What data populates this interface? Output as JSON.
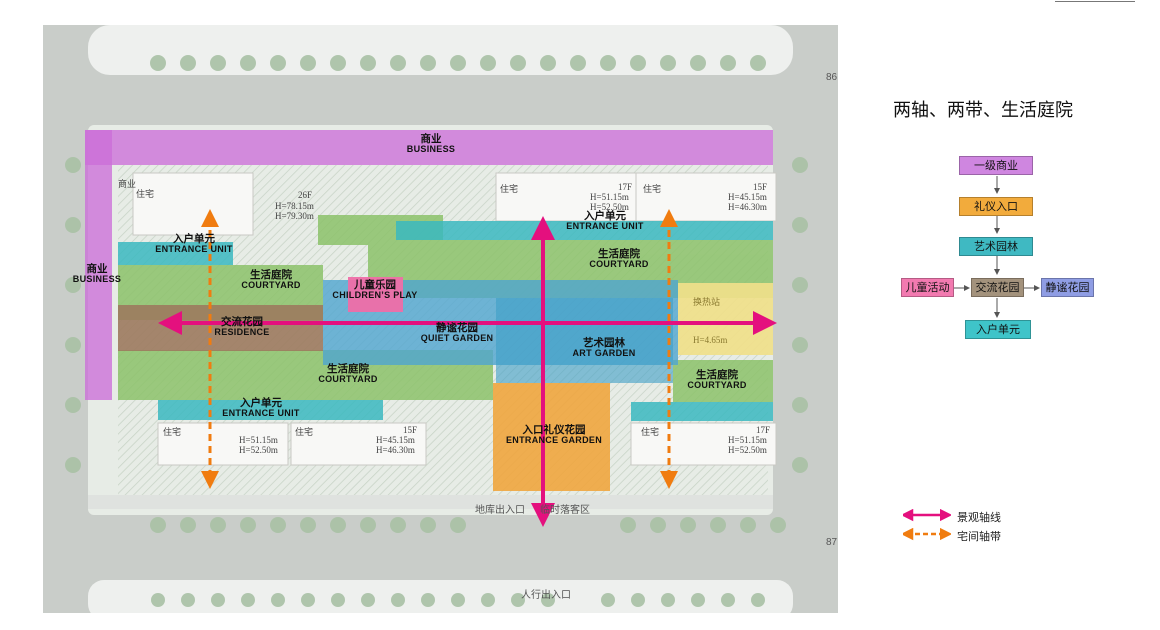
{
  "plan": {
    "zones": {
      "business_top": {
        "cn": "商业",
        "en": "BUSINESS"
      },
      "business_left": {
        "cn": "商业",
        "en": "BUSINESS"
      },
      "entrance_unit_left": {
        "cn": "入户单元",
        "en": "ENTRANCE UNIT"
      },
      "entrance_unit_top": {
        "cn": "入户单元",
        "en": "ENTRANCE UNIT"
      },
      "entrance_unit_bottom": {
        "cn": "入户单元",
        "en": "ENTRANCE UNIT"
      },
      "courtyard_left": {
        "cn": "生活庭院",
        "en": "COURTYARD"
      },
      "courtyard_top_right": {
        "cn": "生活庭院",
        "en": "COURTYARD"
      },
      "courtyard_bottom_left": {
        "cn": "生活庭院",
        "en": "COURTYARD"
      },
      "courtyard_right": {
        "cn": "生活庭院",
        "en": "COURTYARD"
      },
      "childrens_play": {
        "cn": "儿童乐园",
        "en": "CHILDREN’S PLAY"
      },
      "residence": {
        "cn": "交流花园",
        "en": "RESIDENCE"
      },
      "quiet_garden": {
        "cn": "静谧花园",
        "en": "QUIET GARDEN"
      },
      "art_garden": {
        "cn": "艺术园林",
        "en": "ART GARDEN"
      },
      "entrance_garden": {
        "cn": "入口礼仪花园",
        "en": "ENTRANCE GARDEN"
      }
    },
    "buildings": {
      "b1": {
        "name": "住宅",
        "floors": "26F",
        "h1": "H=78.15m",
        "h2": "H=79.30m"
      },
      "b2": {
        "name": "住宅",
        "floors": "17F",
        "h1": "H=51.15m",
        "h2": "H=52.50m"
      },
      "b3": {
        "name": "住宅",
        "floors": "15F",
        "h1": "H=45.15m",
        "h2": "H=46.30m"
      },
      "b4": {
        "name": "住宅",
        "floors": "",
        "h1": "H=51.15m",
        "h2": "H=52.50m"
      },
      "b5": {
        "name": "住宅",
        "floors": "15F",
        "h1": "H=45.15m",
        "h2": "H=46.30m"
      },
      "b6": {
        "name": "住宅",
        "floors": "17F",
        "h1": "H=51.15m",
        "h2": "H=52.50m"
      },
      "shop": "商业",
      "station": "换热站",
      "station_h": "H=4.65m"
    },
    "roads": {
      "garage_exit": "地库出入口",
      "dropoff": "临时落客区",
      "pedestrian_entry": "人行出入口",
      "num_top": "86",
      "num_bottom": "87"
    },
    "colors": {
      "business": "#cc6ed8",
      "courtyard": "#8cc26a",
      "entrance_unit": "#39b9bf",
      "quiet_garden": "#4fa5cf",
      "residence": "#9c7a5e",
      "childrens_play": "#ef6ea8",
      "entrance_garden": "#f0a43a",
      "station": "#f0e08a",
      "landscape_axis": "#e4107e",
      "house_axis": "#f07c10"
    }
  },
  "right": {
    "title": "两轴、两带、生活庭院",
    "flow": {
      "commerce": "一级商业",
      "ceremony_entry": "礼仪入口",
      "art_garden": "艺术园林",
      "kids": "儿童活动",
      "exchange": "交流花园",
      "quiet": "静谧花园",
      "entry_unit": "入户单元"
    },
    "flow_colors": {
      "commerce": "#cf86e0",
      "ceremony_entry": "#f2ab3c",
      "art_garden": "#3fb9c2",
      "kids": "#f27ab0",
      "exchange": "#a3927c",
      "quiet": "#8f9de4",
      "entry_unit": "#3fc4c9"
    },
    "legend": {
      "landscape_axis": "景观轴线",
      "house_axis": "宅间轴带"
    }
  }
}
